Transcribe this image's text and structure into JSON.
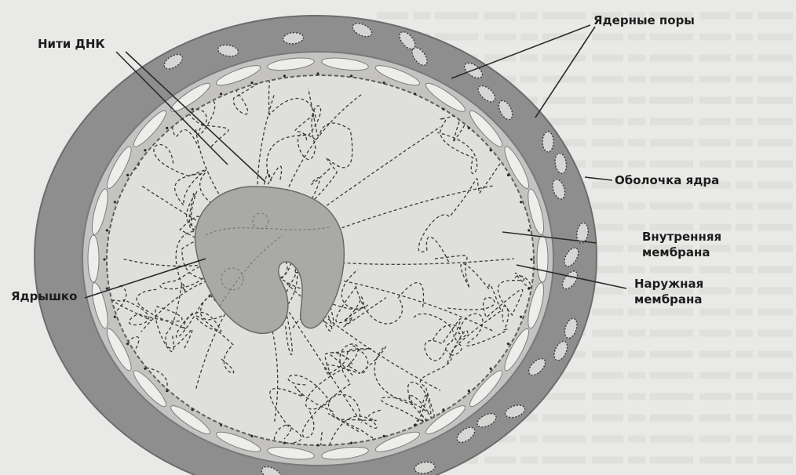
{
  "labels": {
    "dna_threads": "Нити ДНК",
    "nuclear_pores": "Ядерные поры",
    "nuclear_envelope": "Оболочка ядра",
    "inner_membrane_line1": "Внутренняя",
    "inner_membrane_line2": "мембрана",
    "outer_membrane_line1": "Наружная",
    "outer_membrane_line2": "мембрана",
    "nucleolus": "Ядрышко"
  },
  "colors": {
    "background": "#e9e9e7",
    "envelope_fill": "#8f8e8e",
    "inner_band": "#c2c1c0",
    "nucleoplasm": "#dededb",
    "nucleolus_fill": "#a8a8a6",
    "leader_line": "#2a2a2a",
    "pore_fill": "#d8d8d6"
  }
}
